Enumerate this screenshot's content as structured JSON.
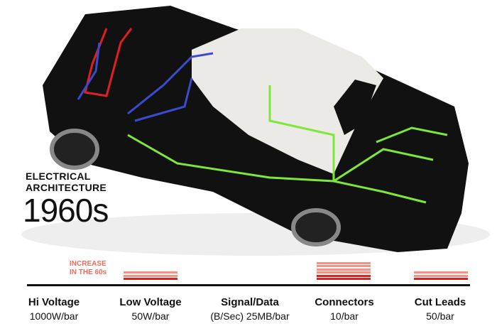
{
  "title": {
    "line1": "ELECTRICAL",
    "line2": "ARCHITECTURE",
    "era": "1960s"
  },
  "annotation": "INCREASE IN THE 60s",
  "colors": {
    "bar_light": "#f59283",
    "bar_dark": "#e3201b",
    "wire_red": "#e02020",
    "wire_blue": "#3a4bd0",
    "wire_green": "#7ee83a"
  },
  "categories": [
    {
      "name": "Hi Voltage",
      "unit": "1000W/bar",
      "light_bars": 0,
      "dark_bars": 0
    },
    {
      "name": "Low Voltage",
      "unit": "50W/bar",
      "light_bars": 2,
      "dark_bars": 1
    },
    {
      "name": "Signal/Data",
      "unit": "(B/Sec) 25MB/bar",
      "light_bars": 0,
      "dark_bars": 0
    },
    {
      "name": "Connectors",
      "unit": "10/bar",
      "light_bars": 4,
      "dark_bars": 2
    },
    {
      "name": "Cut Leads",
      "unit": "50/bar",
      "light_bars": 2,
      "dark_bars": 1
    }
  ]
}
